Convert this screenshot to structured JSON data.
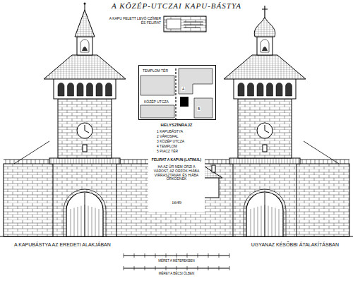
{
  "diagram": {
    "title": "A KÖZÉP-UTCZAI KAPU-BÁSTYA",
    "nodes": [
      {
        "text": [
          "TEMPLOM TÉR",
          "KÖZÉP UTCZA",
          "A",
          "B"
        ]
      }
    ],
    "labels": [
      "A KAPU FELETT LEVŐ CZÍMER ÉS FELIRAT",
      "HELYSZÍNRAJZ",
      "1 KAPUBÁSTYA",
      "2 VÁROSFAL",
      "3 KÖZÉP UTCZA",
      "4 TEMPLOM",
      "5 PIACZ TÉR",
      "FELIRAT A KAPUN (LATINUL)",
      "HA AZ ÚR NEM ŐRZI A VÁROST, AZ ŐRZŐK HIÁBA VIRRASZTANAK ÉS HIÁBA ŐRKÖDNEK",
      "1649",
      "A KAPUBÁSTYA AZ EREDETI ALAKJÁBAN",
      "UGYANAZ KÉSŐBBI ÁTALAKÍTÁSBAN",
      "MÉRET A MÉTEREKBEN",
      "MÉRET A BÉCSI ÖLBEN"
    ]
  }
}
